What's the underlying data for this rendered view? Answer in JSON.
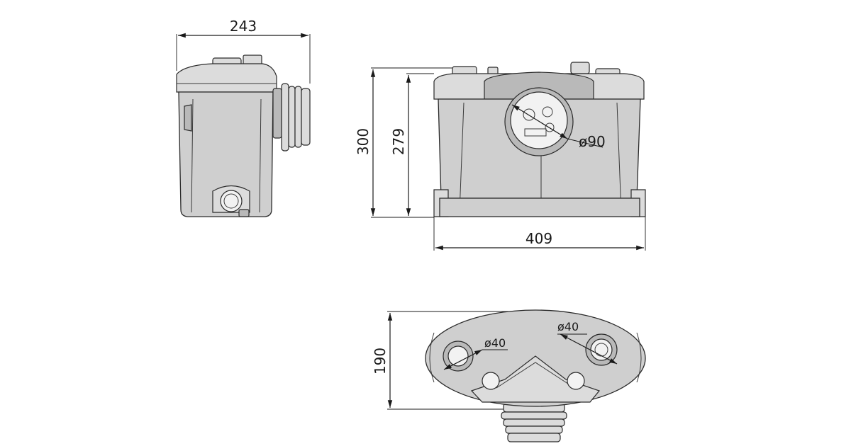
{
  "dimensions": {
    "side_width": "243",
    "front_height_total": "300",
    "front_height_body": "279",
    "front_width": "409",
    "outlet_diameter": "ø90",
    "bottom_depth": "190",
    "inlet_left_diameter": "ø40",
    "inlet_right_diameter": "ø40"
  }
}
